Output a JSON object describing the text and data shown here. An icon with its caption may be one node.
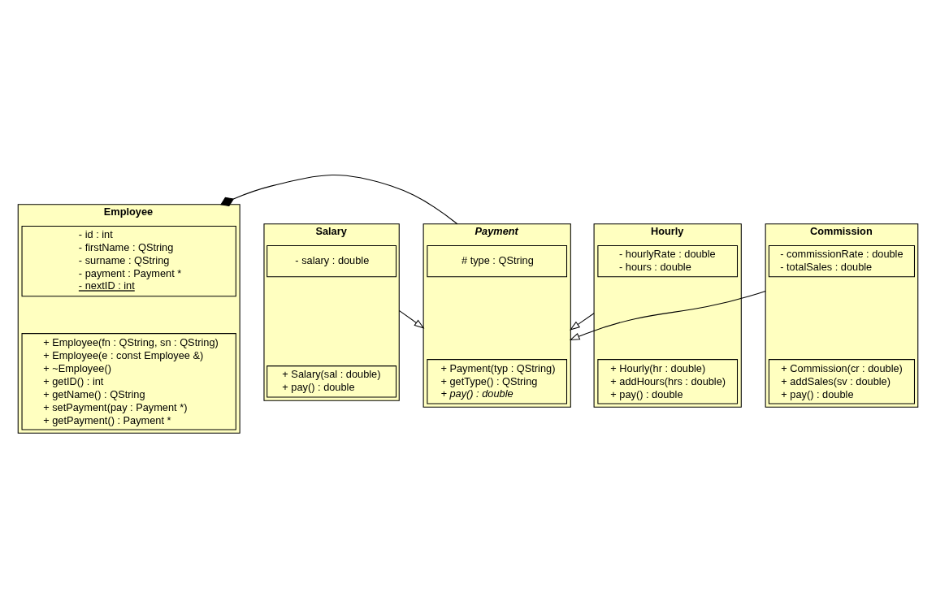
{
  "diagram": {
    "nodes": [
      {
        "text": [
          "Employee"
        ]
      },
      {
        "text": [
          "- id : int",
          "- firstName : QString",
          "- surname : QString",
          "- payment : Payment *",
          "- nextID : int"
        ],
        "in": 0
      },
      {
        "text": [
          "+ Employee(fn : QString, sn : QString)",
          "+ Employee(e : const Employee &)",
          "+ ~Employee()",
          "+ getID() : int",
          "+ getName() : QString",
          "+ setPayment(pay : Payment *)",
          "+ getPayment() : Payment *"
        ],
        "in": 0
      },
      {
        "text": [
          "Payment"
        ]
      },
      {
        "text": [
          "# type : QString"
        ],
        "in": 3
      },
      {
        "text": [
          "+ Payment(typ : QString)",
          "+ getType() : QString",
          "+ pay() : double"
        ],
        "in": 3
      },
      {
        "text": [
          "Salary"
        ]
      },
      {
        "text": [
          "- salary : double"
        ],
        "in": 6
      },
      {
        "text": [
          "+ Salary(sal : double)",
          "+ pay() : double"
        ],
        "in": 6
      },
      {
        "text": [
          "Hourly"
        ]
      },
      {
        "text": [
          "- hourlyRate : double",
          "- hours : double"
        ],
        "in": 9
      },
      {
        "text": [
          "+ Hourly(hr : double)",
          "+ addHours(hrs : double)",
          "+ pay() : double"
        ],
        "in": 9
      },
      {
        "text": [
          "Commission"
        ]
      },
      {
        "text": [
          "- commissionRate : double",
          "- totalSales : double"
        ],
        "in": 12
      },
      {
        "text": [
          "+ Commission(cr : double)",
          "+ addSales(sv : double)",
          "+ pay() : double"
        ],
        "in": 12
      }
    ],
    "edges": [
      {
        "from": 0,
        "to": 3,
        "arrow": "other"
      },
      {
        "from": 6,
        "to": 3,
        "arrow": "to"
      },
      {
        "from": 9,
        "to": 3,
        "arrow": "to"
      },
      {
        "from": 12,
        "to": 3,
        "arrow": "to"
      }
    ]
  }
}
